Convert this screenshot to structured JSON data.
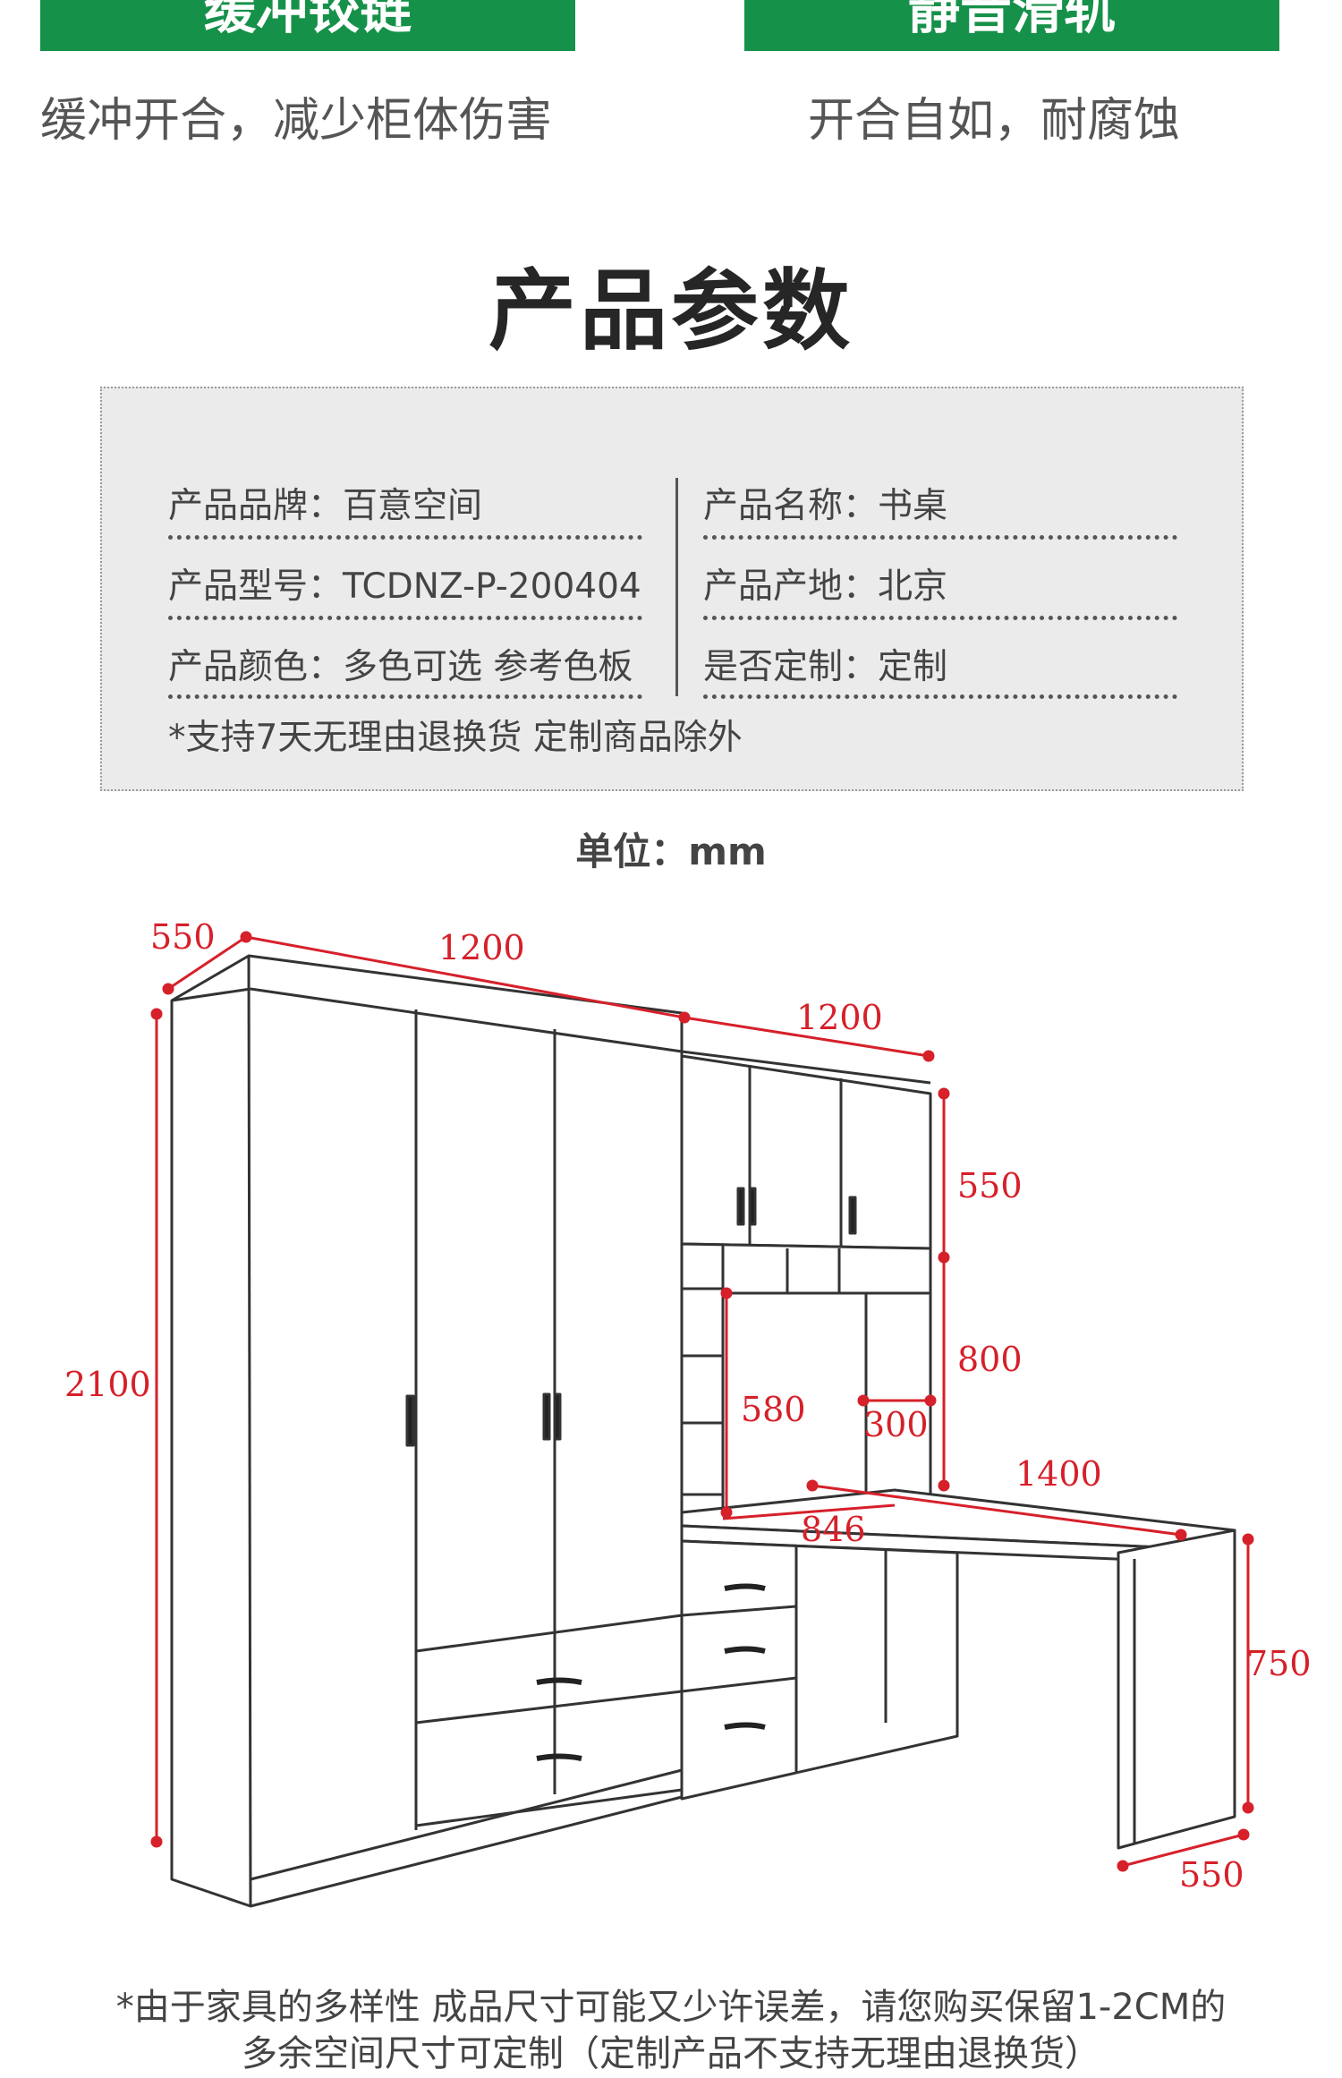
{
  "features": {
    "left_title": "缓冲铰链",
    "left_desc": "缓冲开合，减少柜体伤害",
    "right_title": "静音滑轨",
    "right_desc": "开合自如，耐腐蚀"
  },
  "section_title": "产品参数",
  "params": {
    "brand": "产品品牌：百意空间",
    "name": "产品名称：书桌",
    "model": "产品型号：TCDNZ-P-200404",
    "origin": "产品产地：北京",
    "color": "产品颜色：多色可选 参考色板",
    "custom": "是否定制：定制",
    "note": "*支持7天无理由退换货 定制商品除外"
  },
  "unit_label": "单位：mm",
  "dimensions": {
    "wardrobe_depth": "550",
    "wardrobe_width": "1200",
    "desk_unit_width": "1200",
    "wardrobe_height": "2100",
    "top_cabinet_height": "550",
    "shelf_height": "800",
    "side_shelf_height": "580",
    "shelf_depth": "300",
    "desk_length": "1400",
    "desk_inner_width": "846",
    "desk_height": "750",
    "desk_end_depth": "550"
  },
  "colors": {
    "banner_green": "#16914a",
    "dimension_red": "#d6202a"
  },
  "footer": {
    "line1": "*由于家具的多样性 成品尺寸可能又少许误差，请您购买保留1-2CM的",
    "line2": "多余空间尺寸可定制（定制产品不支持无理由退换货）"
  }
}
